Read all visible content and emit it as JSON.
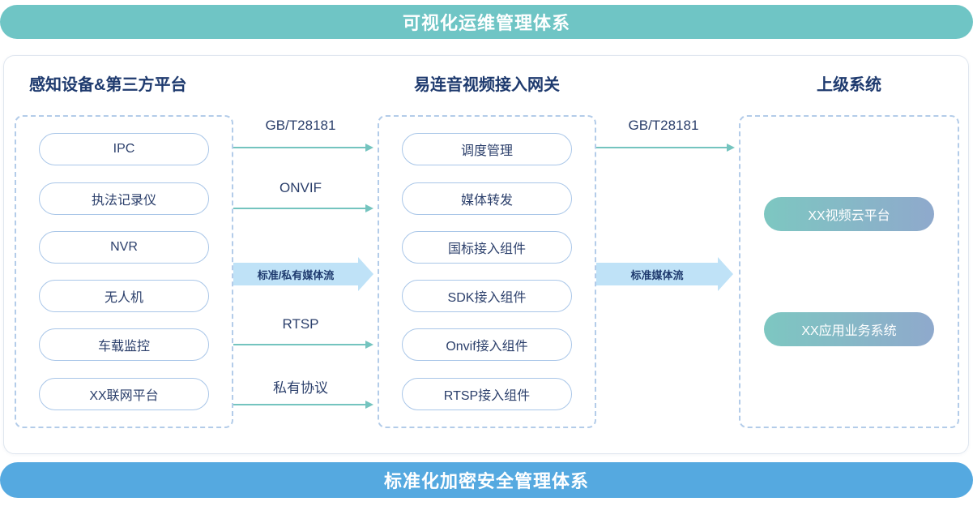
{
  "banners": {
    "top": "可视化运维管理体系",
    "bottom": "标准化加密安全管理体系"
  },
  "columns": {
    "left": {
      "title": "感知设备&第三方平台",
      "items": [
        "IPC",
        "执法记录仪",
        "NVR",
        "无人机",
        "车载监控",
        "XX联网平台"
      ]
    },
    "gateway": {
      "title": "易连音视频接入网关",
      "items": [
        "调度管理",
        "媒体转发",
        "国标接入组件",
        "SDK接入组件",
        "Onvif接入组件",
        "RTSP接入组件"
      ]
    },
    "upper": {
      "title": "上级系统",
      "items": [
        "XX视频云平台",
        "XX应用业务系统"
      ]
    }
  },
  "flows": {
    "left_to_gateway": [
      {
        "label": "GB/T28181",
        "type": "thin"
      },
      {
        "label": "ONVIF",
        "type": "thin"
      },
      {
        "label": "标准/私有媒体流",
        "type": "thick"
      },
      {
        "label": "RTSP",
        "type": "thin"
      },
      {
        "label": "私有协议",
        "type": "thin"
      }
    ],
    "gateway_to_upper": [
      {
        "label": "GB/T28181",
        "type": "thin"
      },
      {
        "label": "标准媒体流",
        "type": "thick"
      }
    ]
  },
  "colors": {
    "top_banner": "#6fc5c5",
    "bottom_banner": "#55a9e0",
    "heading": "#1e3a6e",
    "pill_border": "#a9c6e8",
    "pill_text": "#2b3f6b",
    "arrow": "#74c4bf",
    "thick_arrow": "#bfe2f7",
    "thick_arrow_text": "#1e3a6e",
    "gradient_pill_start": "#7dc7c1",
    "gradient_pill_end": "#8fa9cc",
    "dashed_border": "#b3cce9",
    "panel_border": "#dfe6ef"
  }
}
